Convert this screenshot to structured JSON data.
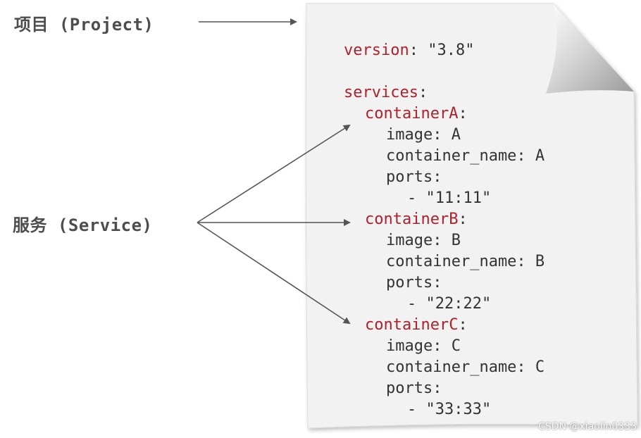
{
  "labels": {
    "project": "项目 (Project)",
    "service": "服务 (Service)"
  },
  "document": {
    "lines": [
      {
        "key": "version",
        "rest": ": \"3.8\""
      },
      {
        "key": "services",
        "rest": ":"
      },
      {
        "key": "containerA",
        "rest": ":"
      },
      {
        "key": "",
        "rest": "image: A"
      },
      {
        "key": "",
        "rest": "container_name: A"
      },
      {
        "key": "",
        "rest": "ports:"
      },
      {
        "key": "",
        "rest": "- \"11:11\""
      },
      {
        "key": "containerB",
        "rest": ":"
      },
      {
        "key": "",
        "rest": "image: B"
      },
      {
        "key": "",
        "rest": "container_name: B"
      },
      {
        "key": "",
        "rest": "ports:"
      },
      {
        "key": "",
        "rest": "- \"22:22\""
      },
      {
        "key": "containerC",
        "rest": ":"
      },
      {
        "key": "",
        "rest": "image: C"
      },
      {
        "key": "",
        "rest": "container_name: C"
      },
      {
        "key": "",
        "rest": "ports:"
      },
      {
        "key": "",
        "rest": "- \"33:33\""
      }
    ]
  },
  "watermark": "CSDN @xiaolin0333",
  "colors": {
    "key": "#b0202a",
    "text": "#333333",
    "label": "#4d4d4d",
    "paper": "#f2f2f2",
    "arrow": "#555555"
  }
}
